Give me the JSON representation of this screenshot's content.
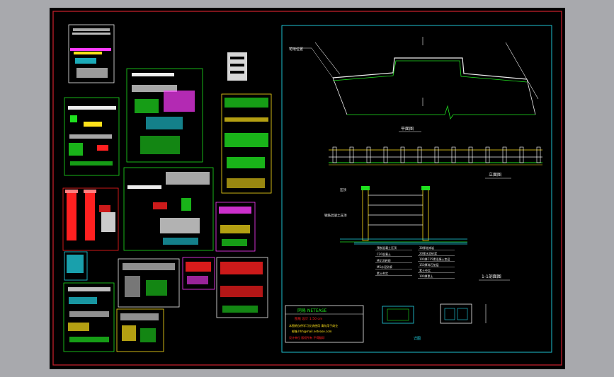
{
  "viewport": {
    "background": "#a8a9ad",
    "sheet_color": "#000000",
    "border_color": "#c0202a"
  },
  "plan_view": {
    "title": "平面图",
    "callout": "花坛位置"
  },
  "elevation_view": {
    "title": "立面图"
  },
  "section_view": {
    "title": "1-1剖面图",
    "top_tag": "压顶",
    "left_tag": "钢筋混凝土压顶",
    "notes_left": [
      "预制混凝土压顶",
      "C20混凝土",
      "MU10砖砌",
      "M5水泥砂浆",
      "素土夯实"
    ],
    "notes_right": [
      "30厚花岗岩",
      "20厚水泥砂浆",
      "100厚C15素混凝土垫层",
      "150厚碎石垫层",
      "素土夯实",
      "100厚素土"
    ]
  },
  "title_block": {
    "line1": "网易 NETEASE",
    "line2": "图纸 设计 1:50 cm",
    "line3": "本图纸仅供学习交流使用 请勿用于商业",
    "line4": "邮箱 hhh@mail.netease.com",
    "line5": "设计单位 版权所有 不得翻印"
  },
  "small_detail": {
    "title": "详图"
  },
  "colors": {
    "green": "#1fe01f",
    "cyan": "#22d5e6",
    "yellow": "#ffe21a",
    "white": "#f2f2f2",
    "magenta": "#ff3cff",
    "red": "#ff2020"
  }
}
